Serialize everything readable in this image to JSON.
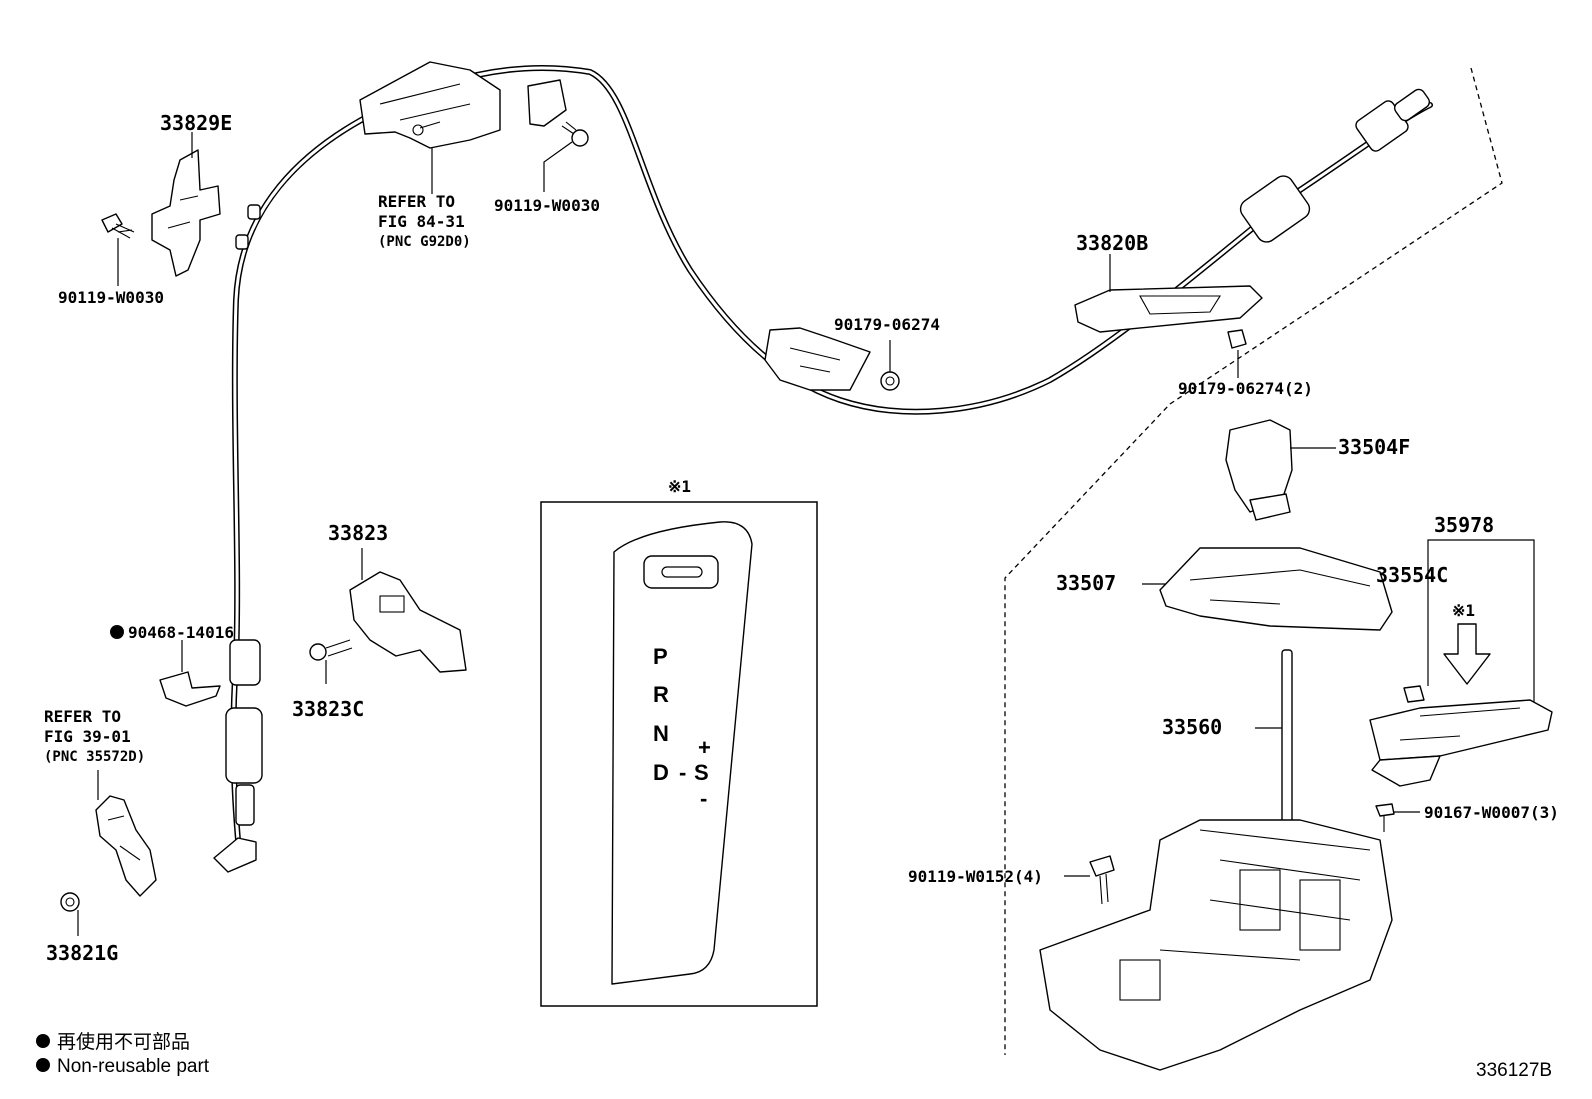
{
  "labels": {
    "p33829E": "33829E",
    "p90119_w0030_left": "90119-W0030",
    "refer1_line1": "REFER TO",
    "refer1_line2": "FIG 84-31",
    "refer1_line3": "(PNC G92D0)",
    "p90119_w0030_top": "90119-W0030",
    "p33820B": "33820B",
    "p90179_06274": "90179-06274",
    "p90179_06274_2": "90179-06274(2)",
    "p33504F": "33504F",
    "p35978": "35978",
    "p33507": "33507",
    "p33554C": "33554C",
    "p33560": "33560",
    "p90167_w0007_3": "90167-W0007(3)",
    "p90119_w0152_4": "90119-W0152(4)",
    "p33823": "33823",
    "p33823C": "33823C",
    "p90468_14016": "90468-14016",
    "refer2_line1": "REFER TO",
    "refer2_line2": "FIG 39-01",
    "refer2_line3": "(PNC 35572D)",
    "p33821G": "33821G",
    "note_mark_inset": "※1",
    "note_mark_part": "※1"
  },
  "inset": {
    "gears": [
      "P",
      "R",
      "N",
      "D"
    ],
    "dash": "-",
    "sport": "S",
    "plus": "+",
    "minus": "-"
  },
  "legend": {
    "japanese": "再使用不可部品",
    "english": "Non-reusable part"
  },
  "diagram_id": "336127B"
}
